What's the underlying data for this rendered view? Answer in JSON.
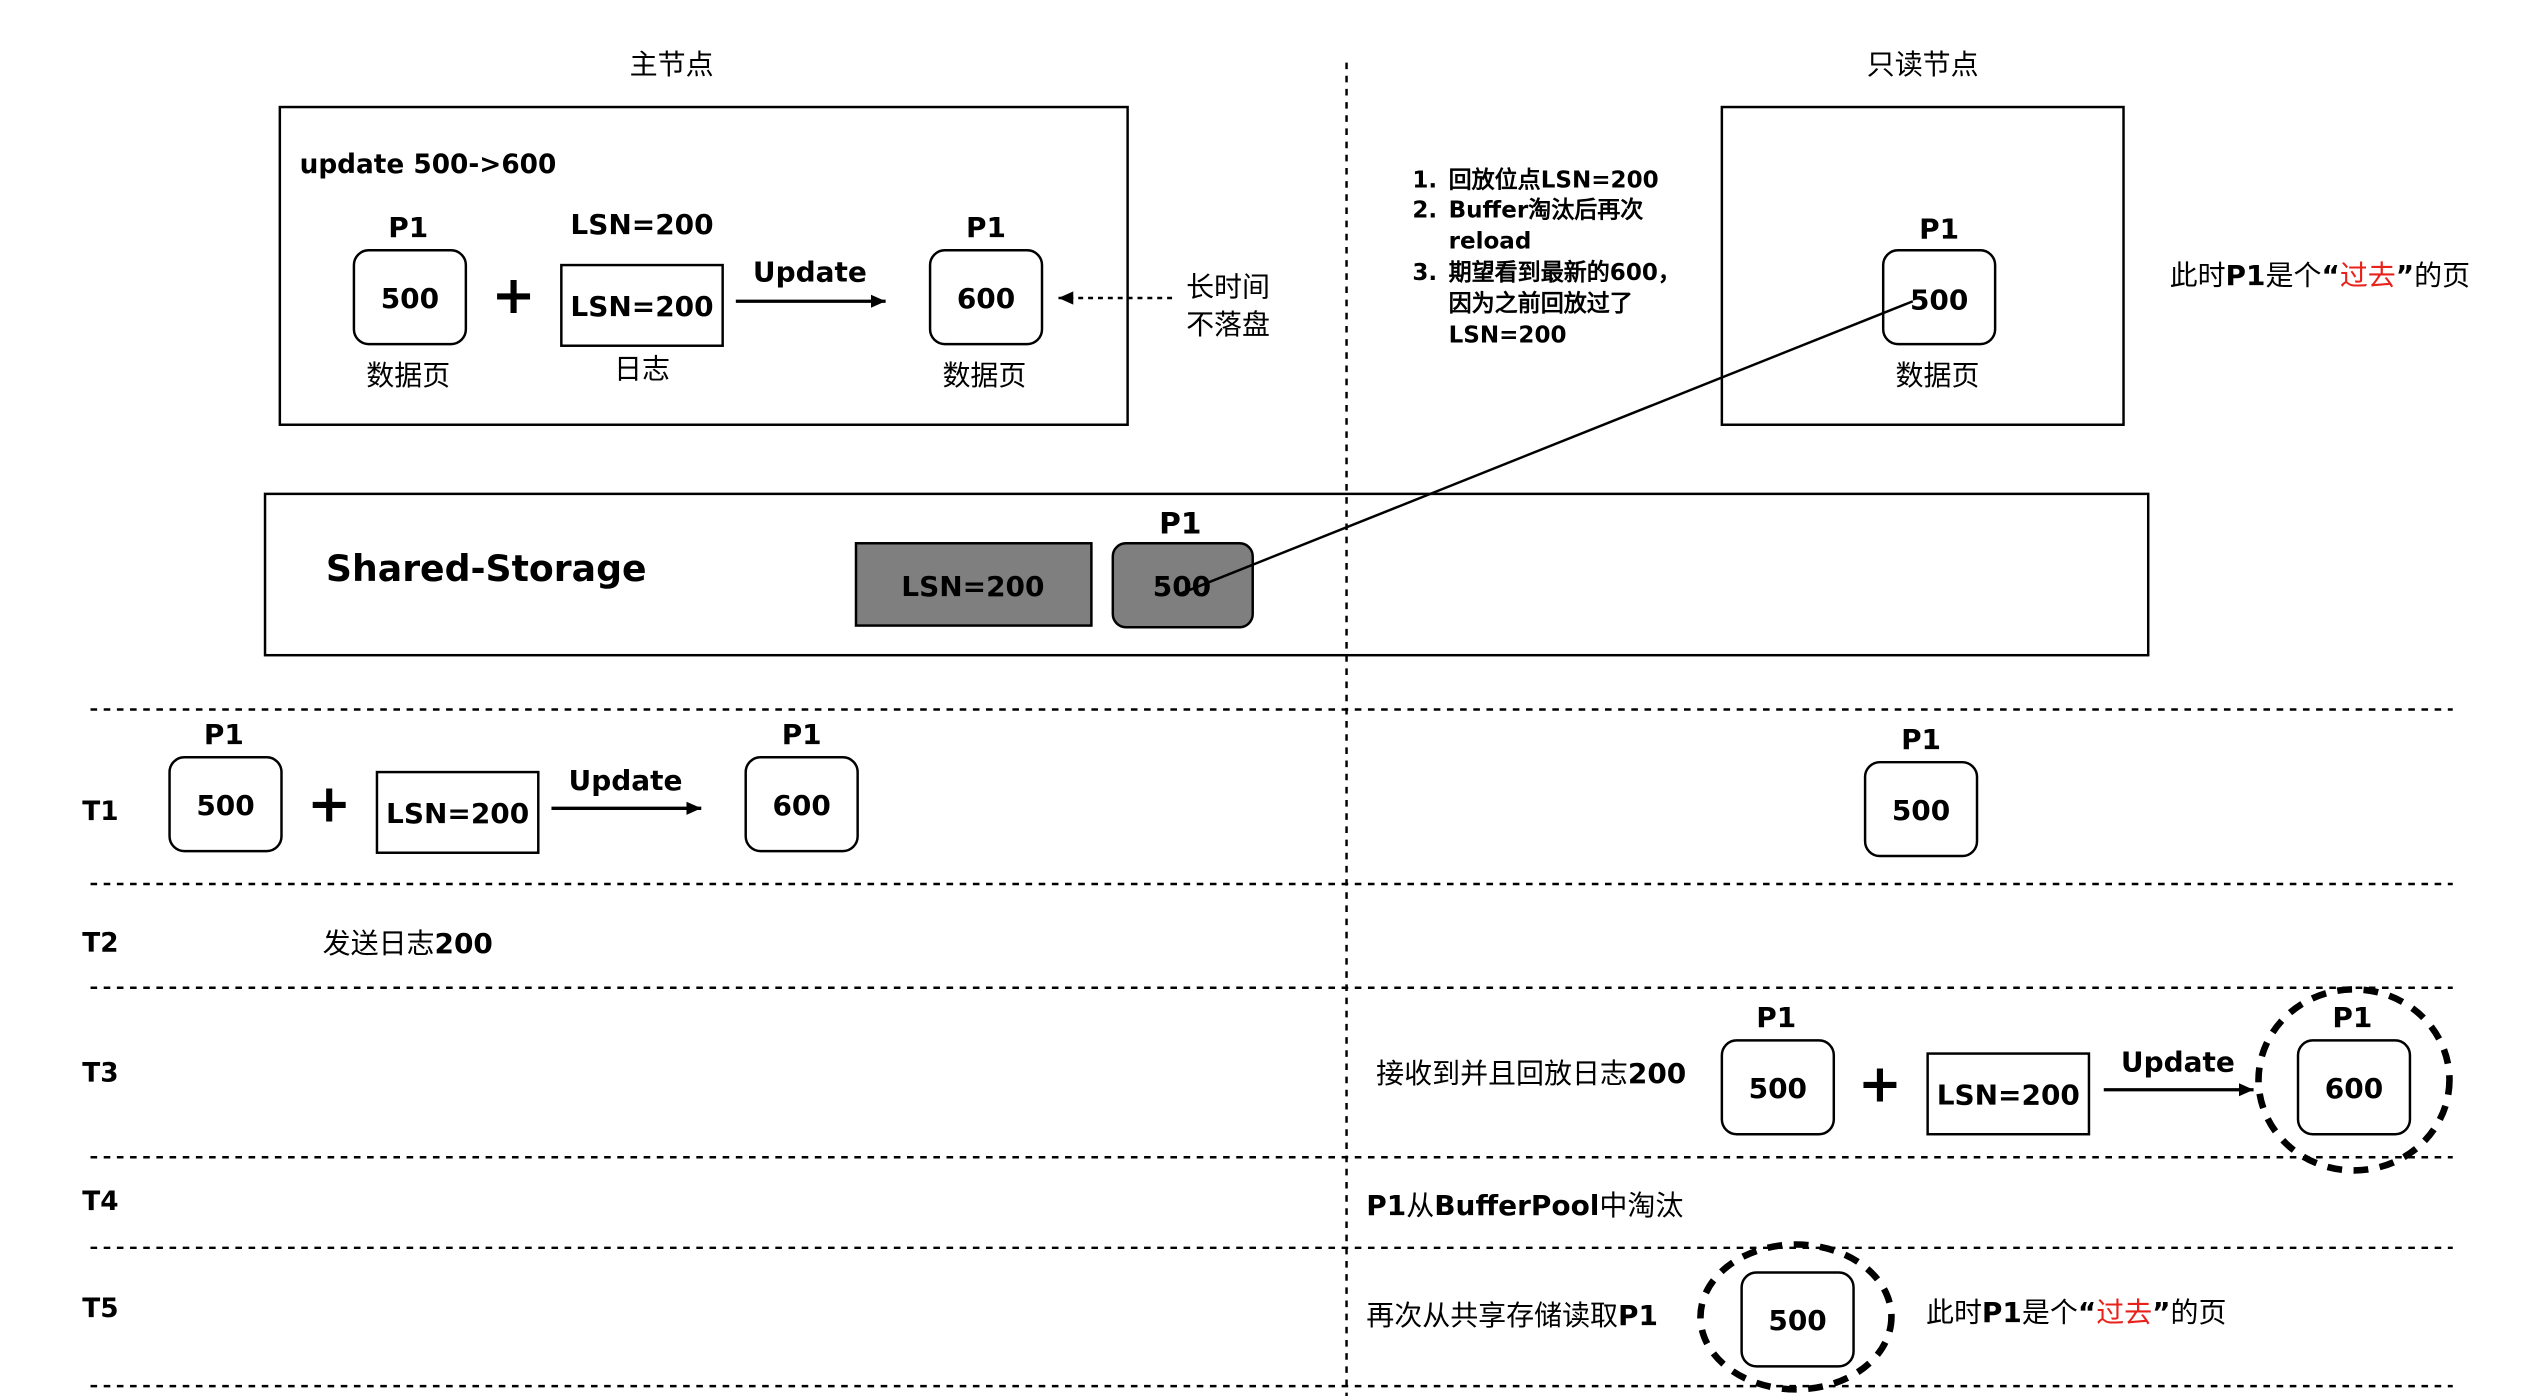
{
  "headers": {
    "primary": "主节点",
    "readonly": "只读节点"
  },
  "primary_box": {
    "title": "update 500->600",
    "page1_label": "P1",
    "page1_value": "500",
    "page1_caption": "数据页",
    "plus": "+",
    "log_label": "LSN=200",
    "log_value": "LSN=200",
    "log_caption": "日志",
    "arrow_label": "Update",
    "page2_label": "P1",
    "page2_value": "600",
    "page2_caption": "数据页",
    "note_line1": "长时间",
    "note_line2": "不落盘"
  },
  "middle_notes": {
    "n1": "1.",
    "t1": "回放位点LSN=200",
    "n2": "2.",
    "t2a": "Buffer淘汰后再次",
    "t2b": "reload",
    "n3": "3.",
    "t3a": "期望看到最新的600，",
    "t3b": "因为之前回放过了",
    "t3c": "LSN=200"
  },
  "readonly_box": {
    "page_label": "P1",
    "page_value": "500",
    "caption": "数据页"
  },
  "side_note": {
    "prefix": "此时",
    "bold": "P1",
    "mid": "是个",
    "quote_open": "“",
    "red": "过去",
    "quote_close": "”",
    "suffix": "的页"
  },
  "storage": {
    "title": "Shared-Storage",
    "log_value": "LSN=200",
    "page_label": "P1",
    "page_value": "500"
  },
  "timeline": {
    "t1": {
      "label": "T1",
      "page1_label": "P1",
      "page1_value": "500",
      "plus": "+",
      "log_value": "LSN=200",
      "arrow_label": "Update",
      "page2_label": "P1",
      "page2_value": "600",
      "ro_label": "P1",
      "ro_value": "500"
    },
    "t2": {
      "label": "T2",
      "text_a": "发送日志",
      "text_b": "200"
    },
    "t3": {
      "label": "T3",
      "text_a": "接收到并且回放日志",
      "text_b": "200",
      "page1_label": "P1",
      "page1_value": "500",
      "plus": "+",
      "log_value": "LSN=200",
      "arrow_label": "Update",
      "page2_label": "P1",
      "page2_value": "600"
    },
    "t4": {
      "label": "T4",
      "text_a": "P1",
      "text_b": "从",
      "text_c": "BufferPool",
      "text_d": "中淘汰"
    },
    "t5": {
      "label": "T5",
      "text_a": "再次从共享存储读取",
      "text_b": "P1",
      "page_value": "500"
    }
  },
  "colors": {
    "red": "#e8221b",
    "storage_gray": "#7f7f7f",
    "line": "#000000"
  }
}
